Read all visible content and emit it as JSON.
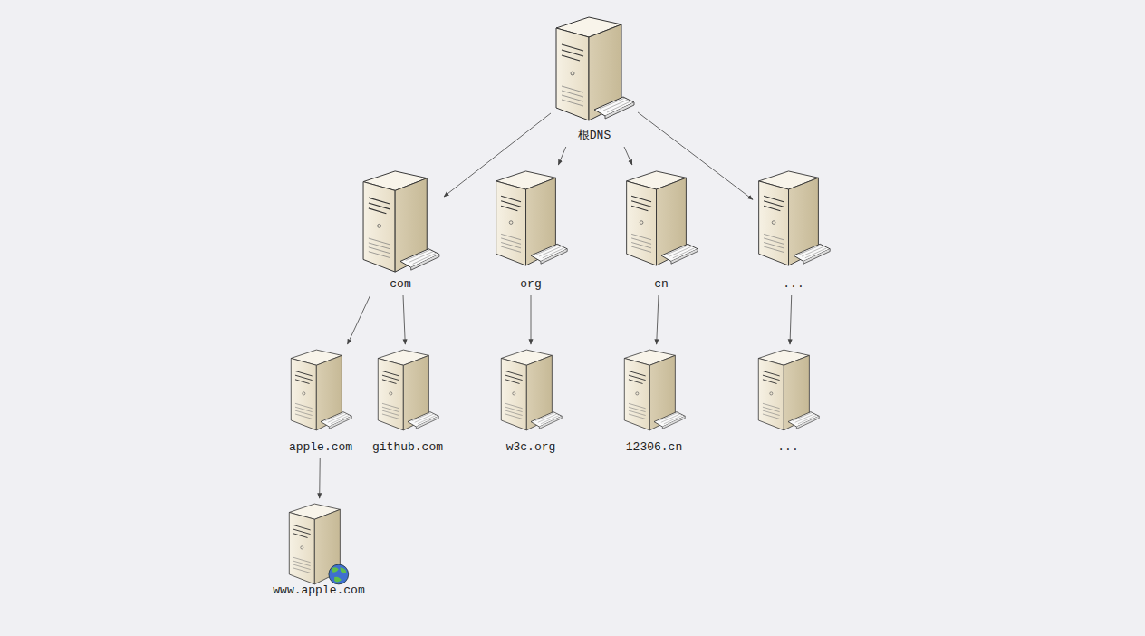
{
  "diagram": {
    "nodes": [
      {
        "text": [
          "根DNS"
        ]
      },
      {
        "text": [
          "com"
        ]
      },
      {
        "text": [
          "org"
        ]
      },
      {
        "text": [
          "cn"
        ]
      },
      {
        "text": [
          "..."
        ]
      },
      {
        "text": [
          "apple.com"
        ]
      },
      {
        "text": [
          "github.com"
        ]
      },
      {
        "text": [
          "w3c.org"
        ]
      },
      {
        "text": [
          "12306.cn"
        ]
      },
      {
        "text": [
          "..."
        ]
      },
      {
        "text": [
          "www.apple.com"
        ]
      }
    ],
    "edges": [
      {
        "from": 0,
        "to": 1,
        "arrow": "to"
      },
      {
        "from": 0,
        "to": 2,
        "arrow": "to"
      },
      {
        "from": 0,
        "to": 3,
        "arrow": "to"
      },
      {
        "from": 0,
        "to": 4,
        "arrow": "to"
      },
      {
        "from": 1,
        "to": 5,
        "arrow": "to"
      },
      {
        "from": 1,
        "to": 6,
        "arrow": "to"
      },
      {
        "from": 2,
        "to": 7,
        "arrow": "to"
      },
      {
        "from": 3,
        "to": 8,
        "arrow": "to"
      },
      {
        "from": 4,
        "to": 9,
        "arrow": "to"
      },
      {
        "from": 5,
        "to": 10,
        "arrow": "to"
      }
    ]
  }
}
